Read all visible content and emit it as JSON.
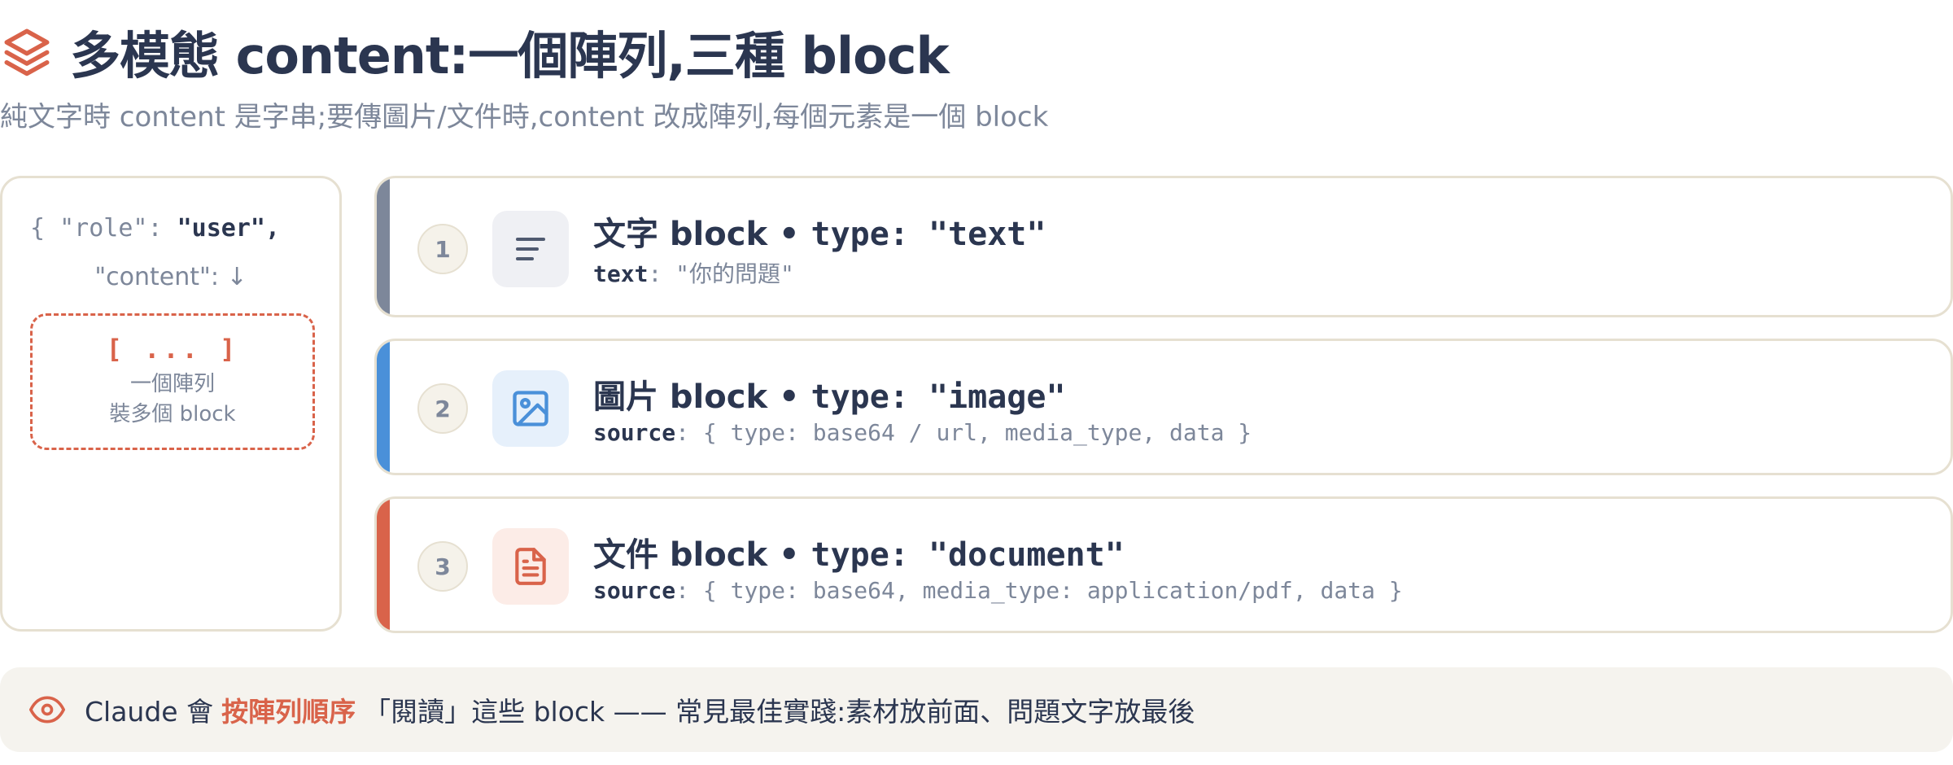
{
  "header": {
    "title": "多模態 content:一個陣列,三種 block",
    "subtitle": "純文字時 content 是字串;要傳圖片/文件時,content 改成陣列,每個元素是一個 block",
    "icon": "layers-icon"
  },
  "message_card": {
    "role_prefix": "{ \"role\": ",
    "role_value": "\"user\",",
    "content_label": "\"content\": ↓",
    "array_box": {
      "bracket": "[ ... ]",
      "line1": "一個陣列",
      "line2": "裝多個 block"
    }
  },
  "blocks": [
    {
      "number": "1",
      "icon": "text-lines-icon",
      "accent": "#7d879a",
      "icon_bg": "#eff0f4",
      "title_prefix": "文字 block • ",
      "title_type": "type: \"text\"",
      "detail_key": "text",
      "detail_value": ": \"你的問題\""
    },
    {
      "number": "2",
      "icon": "image-icon",
      "accent": "#4a90d9",
      "icon_bg": "#e6f0fb",
      "title_prefix": "圖片 block • ",
      "title_type": "type: \"image\"",
      "detail_key": "source",
      "detail_value": ": { type: base64 / url, media_type, data }"
    },
    {
      "number": "3",
      "icon": "document-icon",
      "accent": "#d9634a",
      "icon_bg": "#fcece7",
      "title_prefix": "文件 block • ",
      "title_type": "type: \"document\"",
      "detail_key": "source",
      "detail_value": ": { type: base64, media_type: application/pdf, data }"
    }
  ],
  "footer": {
    "icon": "eye-icon",
    "pre": "Claude 會",
    "emphasis": "按陣列順序",
    "post": "「閱讀」這些 block —— 常見最佳實踐:素材放前面、問題文字放最後"
  },
  "colors": {
    "accent_orange": "#d9634a",
    "accent_blue": "#4a90d9",
    "accent_gray": "#7d879a",
    "title": "#2b3650"
  }
}
